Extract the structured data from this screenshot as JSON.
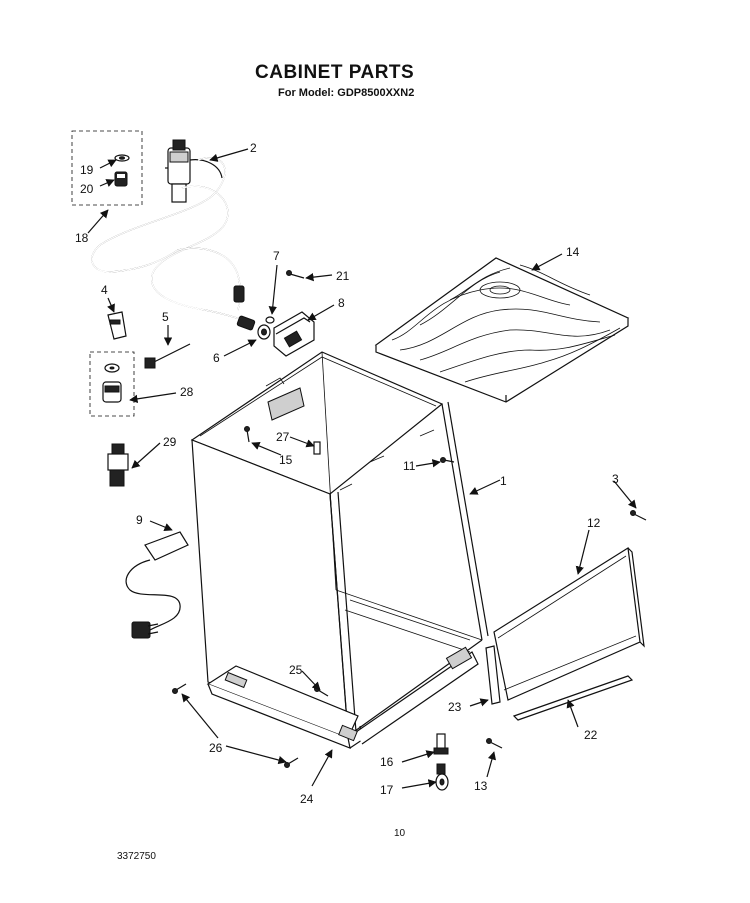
{
  "header": {
    "title": "CABINET PARTS",
    "subtitle": "For Model: GDP8500XXN2"
  },
  "footer": {
    "page_number": "10",
    "document_id": "3372750"
  },
  "callouts": [
    "1",
    "2",
    "3",
    "4",
    "5",
    "6",
    "7",
    "8",
    "9",
    "11",
    "12",
    "13",
    "14",
    "15",
    "16",
    "17",
    "18",
    "19",
    "20",
    "21",
    "22",
    "23",
    "24",
    "25",
    "26",
    "27",
    "28",
    "29"
  ]
}
